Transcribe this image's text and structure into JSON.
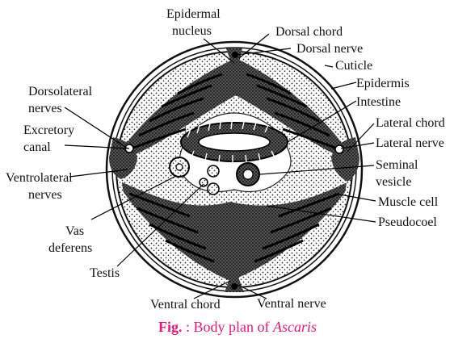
{
  "labels": {
    "epidermal_nucleus_l1": "Epidermal",
    "epidermal_nucleus_l2": "nucleus",
    "dorsal_chord": "Dorsal chord",
    "dorsal_nerve": "Dorsal nerve",
    "cuticle": "Cuticle",
    "epidermis": "Epidermis",
    "intestine": "Intestine",
    "dorsolateral_nerves_l1": "Dorsolateral",
    "dorsolateral_nerves_l2": "nerves",
    "excretory_canal_l1": "Excretory",
    "excretory_canal_l2": "canal",
    "ventrolateral_nerves_l1": "Ventrolateral",
    "ventrolateral_nerves_l2": "nerves",
    "lateral_chord": "Lateral chord",
    "lateral_nerve": "Lateral nerve",
    "seminal_vesicle_l1": "Seminal",
    "seminal_vesicle_l2": "vesicle",
    "muscle_cell": "Muscle cell",
    "pseudocoel": "Pseudocoel",
    "vas_deferens_l1": "Vas",
    "vas_deferens_l2": "deferens",
    "testis": "Testis",
    "ventral_chord": "Ventral chord",
    "ventral_nerve": "Ventral nerve"
  },
  "caption": {
    "prefix": "Fig.",
    "separator": " : Body plan of ",
    "organism": "Ascaris",
    "color": "#e0197d"
  }
}
